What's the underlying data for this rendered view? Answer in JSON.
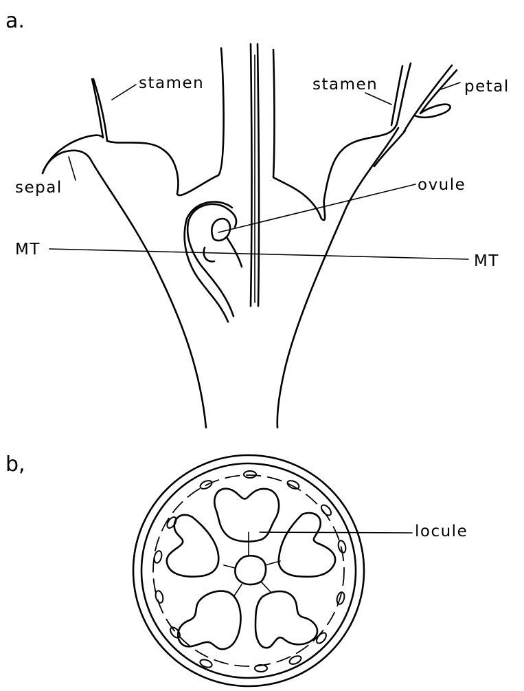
{
  "panels": {
    "a": {
      "label": "a.",
      "labels": {
        "stamen_left": "stamen",
        "stamen_right": "stamen",
        "petal": "petal",
        "sepal": "sepal",
        "ovule": "ovule",
        "mt_left": "MT",
        "mt_right": "MT"
      }
    },
    "b": {
      "label": "b,",
      "labels": {
        "locule": "locule"
      }
    }
  }
}
